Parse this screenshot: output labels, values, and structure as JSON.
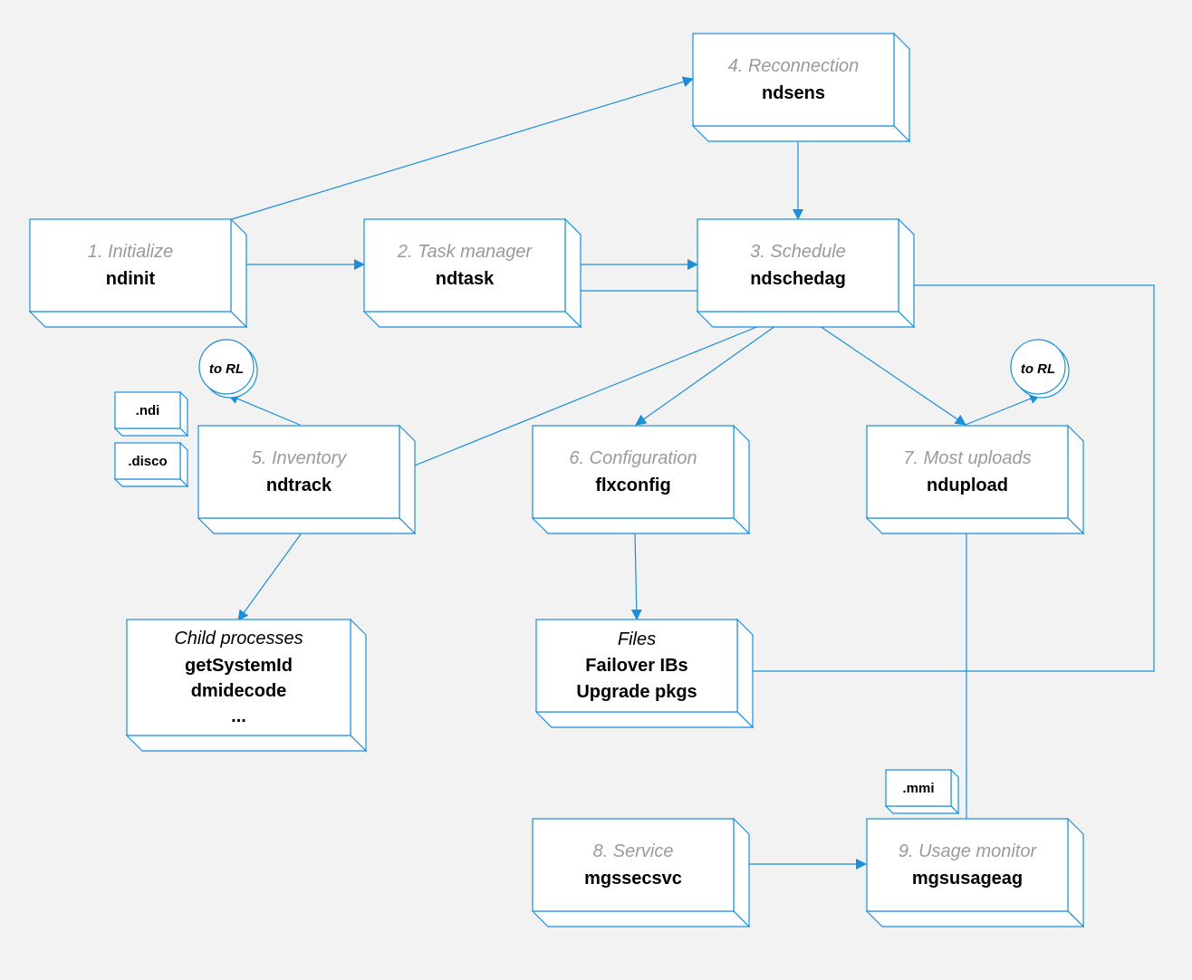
{
  "colors": {
    "stroke": "#1b8fd8",
    "background": "#f2f2f2",
    "box_fill": "#ffffff",
    "muted_text": "#9a9a9a"
  },
  "nodes": {
    "initialize": {
      "step": "1. Initialize",
      "name": "ndinit"
    },
    "task_manager": {
      "step": "2. Task manager",
      "name": "ndtask"
    },
    "schedule": {
      "step": "3. Schedule",
      "name": "ndschedag"
    },
    "reconnection": {
      "step": "4. Reconnection",
      "name": "ndsens"
    },
    "inventory": {
      "step": "5. Inventory",
      "name": "ndtrack"
    },
    "configuration": {
      "step": "6. Configuration",
      "name": "flxconfig"
    },
    "most_uploads": {
      "step": "7. Most uploads",
      "name": "ndupload"
    },
    "service": {
      "step": "8. Service",
      "name": "mgssecsvc"
    },
    "usage_monitor": {
      "step": "9. Usage monitor",
      "name": "mgsusageag"
    },
    "child_processes": {
      "title": "Child processes",
      "items": [
        "getSystemId",
        "dmidecode",
        "..."
      ]
    },
    "files": {
      "title": "Files",
      "items": [
        "Failover IBs",
        "Upgrade pkgs"
      ]
    }
  },
  "file_tags": {
    "ndi": ".ndi",
    "disco": ".disco",
    "mmi": ".mmi"
  },
  "remote_links": {
    "inventory": "to RL",
    "uploads": "to RL"
  }
}
